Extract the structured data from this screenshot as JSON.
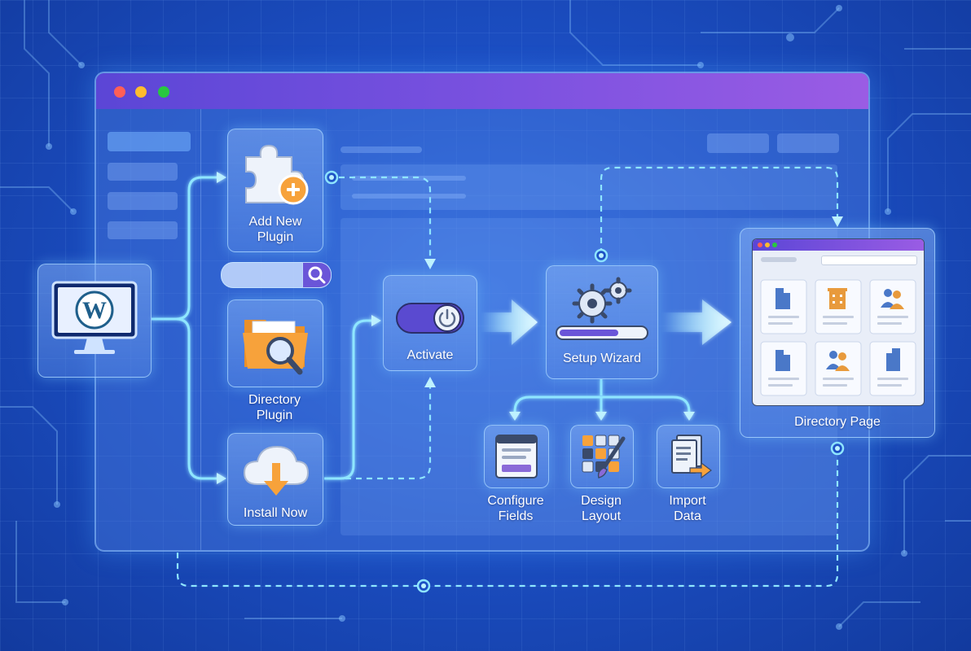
{
  "nodes": {
    "add_new_plugin": "Add New\nPlugin",
    "directory_plugin": "Directory\nPlugin",
    "install_now": "Install Now",
    "activate": "Activate",
    "setup_wizard": "Setup Wizard",
    "configure_fields": "Configure\nFields",
    "design_layout": "Design\nLayout",
    "import_data": "Import\nData",
    "directory_page": "Directory Page"
  },
  "icons": {
    "source": "wordpress-monitor-icon",
    "add_new_plugin": "puzzle-plus-icon",
    "search": "search-icon",
    "directory_plugin": "folder-search-icon",
    "install_now": "cloud-download-icon",
    "activate": "power-toggle-icon",
    "setup_wizard": "gears-progress-icon",
    "configure_fields": "form-fields-icon",
    "design_layout": "grid-brush-icon",
    "import_data": "documents-import-icon",
    "directory_page": "directory-grid-icon"
  },
  "colors": {
    "background": "#1c4fc4",
    "titlebar": "#7c52e0",
    "flow_line": "#7fe3ff",
    "accent_orange": "#f7a23b",
    "accent_purple": "#6a55d8"
  }
}
